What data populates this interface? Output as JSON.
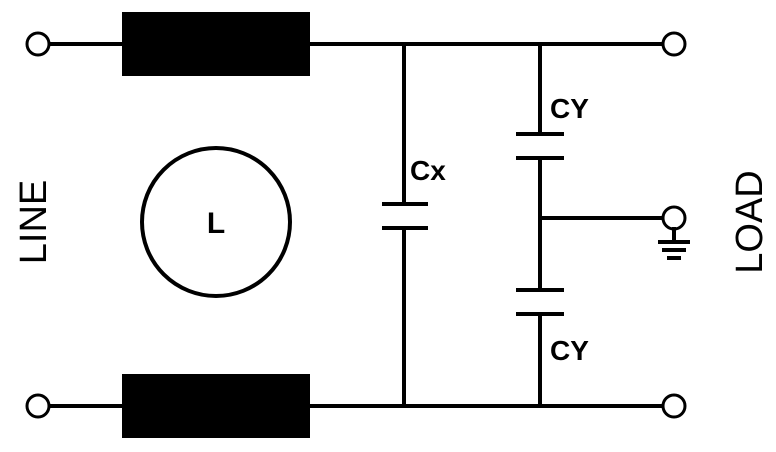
{
  "diagram": {
    "line_label": "LINE",
    "load_label": "LOAD",
    "center_symbol_label": "L",
    "cx_label": "Cx",
    "cy_top_label": "CY",
    "cy_bottom_label": "CY"
  },
  "colors": {
    "ink": "#000000",
    "background": "#ffffff"
  }
}
